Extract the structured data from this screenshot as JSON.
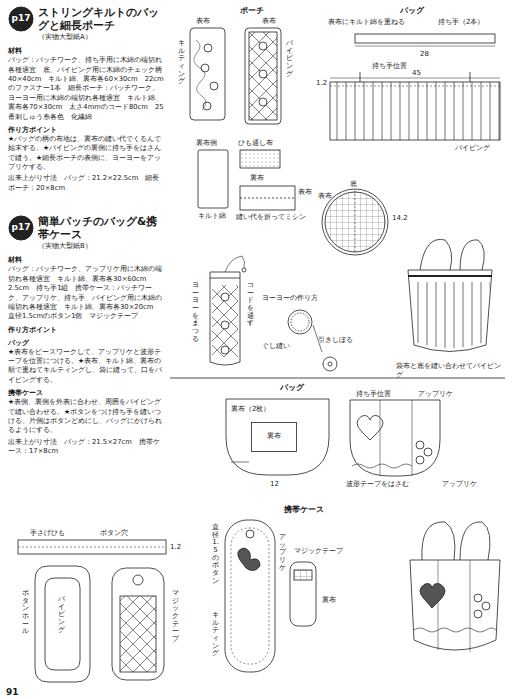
{
  "diagram": {
    "nodes": [
      {
        "text": [
          "p17"
        ]
      },
      {
        "text": [
          "p17"
        ]
      },
      {
        "text": [
          "裏布（2枚）"
        ]
      },
      {
        "text": [
          "裏布"
        ],
        "in": 2
      }
    ],
    "labels": [
      "ストリングキルトのバッグと細長ポーチ",
      "（実物大型紙A）",
      "材料",
      "バッグ：パッチワーク、持ち手用に木綿の端切れ各種適宜　底、パイピング用に木綿のチェック柄40×40cm　キルト綿、裏布各60×30cm　22cmのファスナー1本　細長ポーチ：パッチワーク、ヨーヨー用に木綿の端切れ各種適宜　キルト綿、裏布各70×30cm　太さ4mmのコード80cm　25番刺しゅう糸各色　化繊綿",
      "作り方ポイント",
      "★バッグの柄の布地は、裏布の縫い代でくるんで始末する。★パイピングの裏側に持ち手をはさんで縫う。★細長ポーチの表側に、ヨーヨーをアップリケする。",
      "出来上がり寸法　バッグ：21.2×22.5cm　細長ポーチ：20×8cm",
      "簡単パッチのバッグ&携帯ケース",
      "（実物大型紙B）",
      "材料",
      "バッグ：パッチワーク、アップリケ用に木綿の端切れ各種適宜　キルト綿、裏布各30×60cm　2.5cm　持ち手1組　携帯ケース：パッチワーク、アップリケ、持ち手、パイピング用に木綿の端切れ各種適宜　キルト綿、裏布各30×20cm　直径1.5cmのボタン1個　マジックテープ",
      "作り方ポイント",
      "バッグ",
      "★表布をピースワークして、アップリケと波形テープを位置につける。★表布、キルト綿、裏布の順で重ねてキルティングし、袋に縫って、口をパイピングする。",
      "携帯ケース",
      "★表側、裏側を外表に合わせ、周囲をパイピングで縫い合わせる。★ボタンをつけ持ち手を縫いつける。片側はボタンどめにし、バッグにかけられるようにする。",
      "出来上がり寸法　バッグ：21.5×27cm　携帯ケース：17×8cm",
      "ポーチ",
      "バッグ",
      "表布",
      "表布",
      "キルティング",
      "パイピング",
      "裏布側",
      "ひも通し布",
      "キルト綿",
      "裏布",
      "表布",
      "縫い代を折ってミシン",
      "表布にキルト綿を重ねる",
      "持ち手（2本）",
      "28",
      "持ち手位置",
      "45",
      "1.2",
      "パイピング",
      "底",
      "表布",
      "14.2",
      "ヨーヨーの作り方",
      "ぐし縫い",
      "引きしぼる",
      "袋布と底を縫い合わせてパイピング",
      "コードを通す",
      "ヨーヨーをまつる",
      "バッグ",
      "12",
      "持ち手位置",
      "アップリケ",
      "アップリケ",
      "波形テープをはさむ",
      "手さげひも",
      "ボタン穴",
      "1.2",
      "ボタンホール",
      "パイピング",
      "マジックテープ",
      "携帯ケース",
      "直径1.5のボタン",
      "アップリケ",
      "キルティング",
      "マジックテープ",
      "裏布",
      "91"
    ]
  }
}
